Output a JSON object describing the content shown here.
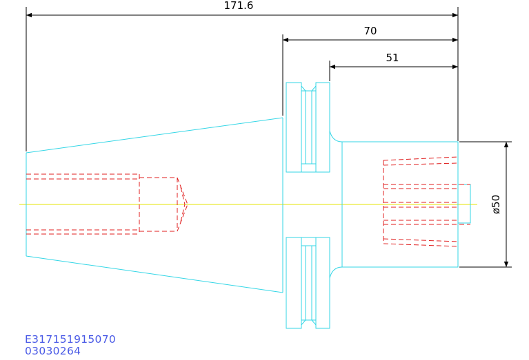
{
  "dimensions": {
    "overall_length": "171.6",
    "flange_to_end": "70",
    "body_length": "51",
    "body_diameter": "ø50"
  },
  "part_codes": {
    "line1": "E317151915070",
    "line2": "03030264"
  },
  "colors": {
    "outline": "#33d6e6",
    "hidden": "#e01e1e",
    "centerline": "#e6e600",
    "dimension": "#000000",
    "code_text": "#4a5ae6"
  }
}
